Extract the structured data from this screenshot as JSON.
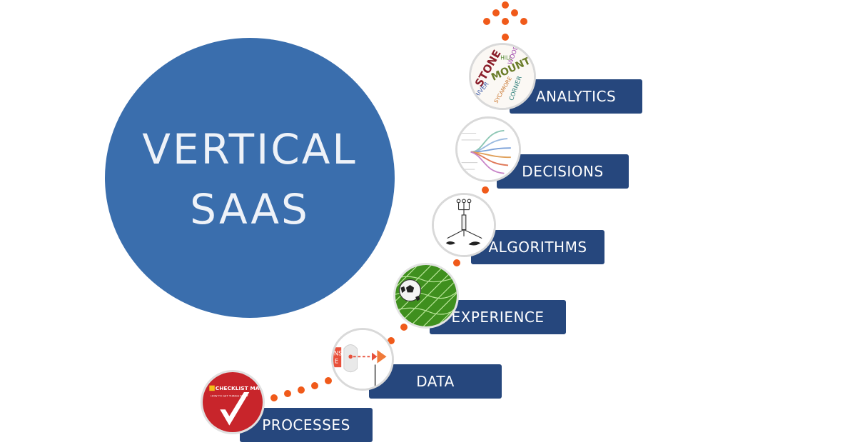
{
  "title_lines": [
    "VERTICAL",
    "SAAS"
  ],
  "steps": [
    {
      "label": "PROCESSES",
      "icon": "checklist-icon"
    },
    {
      "label": "DATA",
      "icon": "data-flow-icon"
    },
    {
      "label": "EXPERIENCE",
      "icon": "soccer-goal-icon"
    },
    {
      "label": "ALGORITHMS",
      "icon": "algorithm-diagram-icon"
    },
    {
      "label": "DECISIONS",
      "icon": "decision-tree-icon"
    },
    {
      "label": "ANALYTICS",
      "icon": "word-cloud-icon"
    }
  ],
  "badge_text": {
    "checklist": "CHECKLIST MANIFESTO",
    "checklist_sub": "HOW TO GET THINGS RIGHT",
    "wordcloud": [
      "STONE",
      "MOUNT",
      "RIVER",
      "CORNER",
      "WOOD",
      "SYCAMORE",
      "HILL"
    ]
  },
  "colors": {
    "circle": "#3a6ead",
    "label_bg": "#26477d",
    "dot": "#f05a1a"
  }
}
